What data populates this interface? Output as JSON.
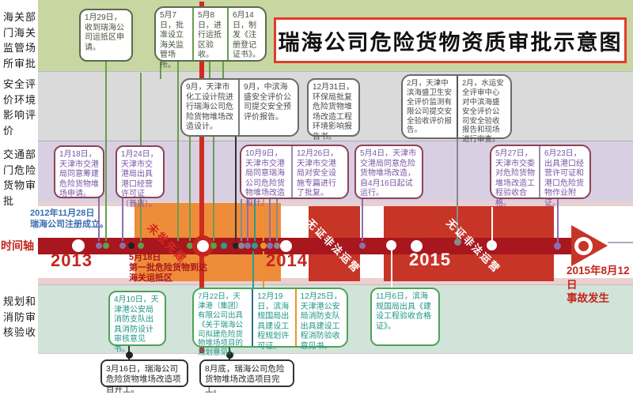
{
  "title": "瑞海公司危险货物资质审批示意图",
  "customs": {
    "label": "海关部门海关监管场所审批",
    "events": [
      "1月29日，收到瑞海公司运抵区申请。",
      "5月7日，批准设立海关监管场所。",
      "5月8日，进行运抵区验收。",
      "6月14日，制发《注册登记证书》。"
    ]
  },
  "safety": {
    "label": "安全评价环境影响评价",
    "events": [
      "9月，天津市化工设计院进行瑞海公司危险货物堆场改造设计。",
      "9月，中滨海盛安全评价公司提交安全预评价报告。",
      "12月31日，环保局批复危险货物堆场改造工程环境影响报告书。",
      "2月，天津中滨海盛卫生安全评价监测有限公司提交安全验收评价报告。",
      "2月，水运安全评审中心对中滨海盛安全评价公司安全验收报告和现场进行审查。"
    ]
  },
  "transport": {
    "label": "交通部门危险货物审批",
    "events": [
      "1月18日，天津市交港局同意筹建危险货物堆场申请。",
      "1月24日，天津市交港局出具港口经营许可证（普货）。",
      "10月9日，天津市交港局同意瑞海公司危险货物堆场改造设计。",
      "12月26日，天津市交港局对安全设施专篇进行了批复。",
      "5月4日，天津市交港局同意危险货物堆场改造，自4月16日起试运行。",
      "5月27日，天津市交委对危险货物堆场改造工程验收合格。",
      "6月23日，出具港口经营许可证和港口危险货物作业附证。"
    ]
  },
  "planning": {
    "label": "规划和消防审核验收",
    "events": [
      "4月10日，天津港公安局消防支队出具消防设计审核意见书。",
      "7月22日，天津港（集团）有限公司出具《关于瑞海公司拟建危险货物堆场项目的规划意见》。",
      "12月19日，滨海规国局出具建设工程规划许可证。",
      "12月25日，天津港公安局消防支队出具建设工程消防验收意见书。",
      "11月6日，滨海规国局出具《建设工程验收合格证》。"
    ]
  },
  "notes": [
    "3月16日，瑞海公司危险货物堆场改造项目开工。",
    "8月底，瑞海公司危险货物堆场改造项目完工。"
  ],
  "timeline": {
    "label": "时间轴",
    "registration": [
      "2012年11月28日",
      "瑞海公司注册成立。"
    ],
    "years": [
      "2013",
      "2014",
      "2015"
    ],
    "unapproved": "未批先建",
    "illegal": "无证非法运营",
    "first_arrival": [
      "5月18日",
      "第一批危险货物到达",
      "海关运抵区"
    ],
    "accident": [
      "2015年8月12日",
      "事故发生"
    ]
  },
  "colors": {
    "band_customs": "#c8d6a2",
    "band_safety": "#dadada",
    "band_transport": "#d8cfe3",
    "band_planning": "#d2e4da",
    "timeline_bar": "#a8161e",
    "timeline_block": "#c73527",
    "unapproved_orange": "#ee8c3a",
    "accent_red": "#c4261d",
    "registration_blue": "#3a6db4"
  }
}
